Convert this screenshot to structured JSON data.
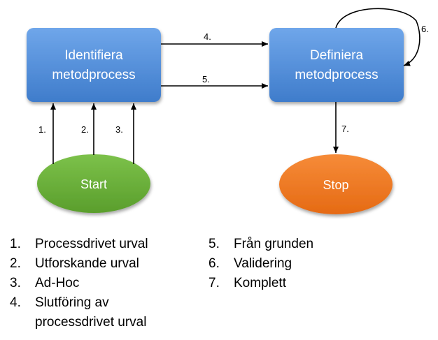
{
  "nodes": {
    "identify": {
      "line1": "Identifiera",
      "line2": "metodprocess",
      "color": "#4F8FDB"
    },
    "define": {
      "line1": "Definiera",
      "line2": "metodprocess",
      "color": "#4F8FDB"
    },
    "start": {
      "label": "Start",
      "color": "#6BAE3A"
    },
    "stop": {
      "label": "Stop",
      "color": "#EF7A22"
    }
  },
  "edges": {
    "e1": "1.",
    "e2": "2.",
    "e3": "3.",
    "e4": "4.",
    "e5": "5.",
    "e6": "6.",
    "e7": "7."
  },
  "legend_left": [
    {
      "num": "1.",
      "text": "Processdrivet urval"
    },
    {
      "num": "2.",
      "text": "Utforskande urval"
    },
    {
      "num": "3.",
      "text": "Ad-Hoc"
    },
    {
      "num": "4.",
      "text": "Slutföring av\nprocessdrivet urval"
    }
  ],
  "legend_right": [
    {
      "num": "5.",
      "text": "Från grunden"
    },
    {
      "num": "6.",
      "text": "Validering"
    },
    {
      "num": "7.",
      "text": "Komplett"
    }
  ]
}
